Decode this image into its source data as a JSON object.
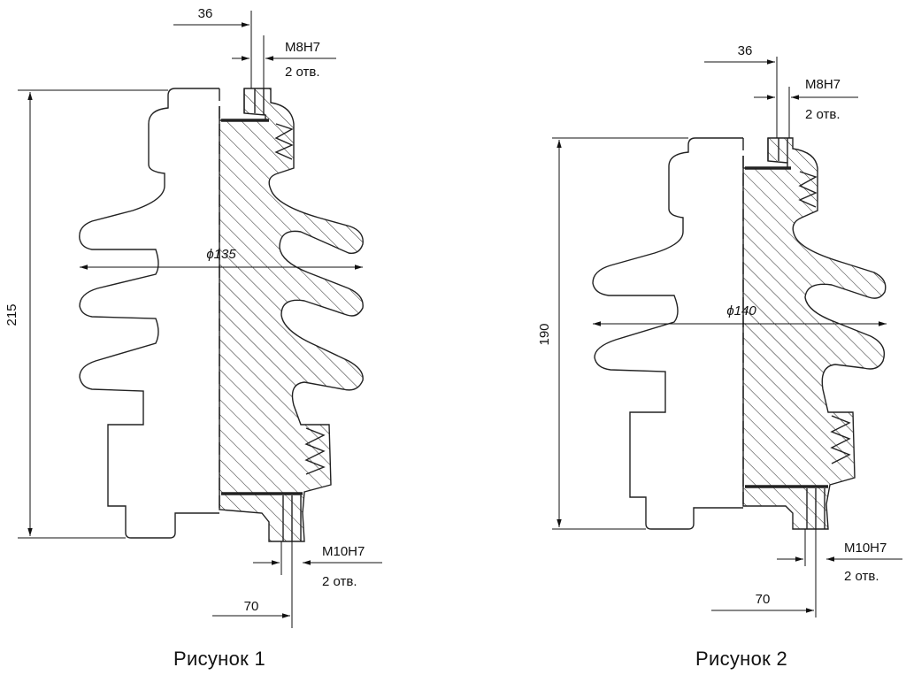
{
  "figures": [
    {
      "caption": "Рисунок 1",
      "height_label": "215",
      "diameter_label": "ϕ135",
      "top_offset_label": "36",
      "top_thread_label": "M8H7",
      "top_holes_label": "2 отв.",
      "bottom_thread_label": "M10H7",
      "bottom_holes_label": "2 отв.",
      "bottom_offset_label": "70"
    },
    {
      "caption": "Рисунок 2",
      "height_label": "190",
      "diameter_label": "ϕ140",
      "top_offset_label": "36",
      "top_thread_label": "M8H7",
      "top_holes_label": "2 отв.",
      "bottom_thread_label": "M10H7",
      "bottom_holes_label": "2 отв.",
      "bottom_offset_label": "70"
    }
  ]
}
